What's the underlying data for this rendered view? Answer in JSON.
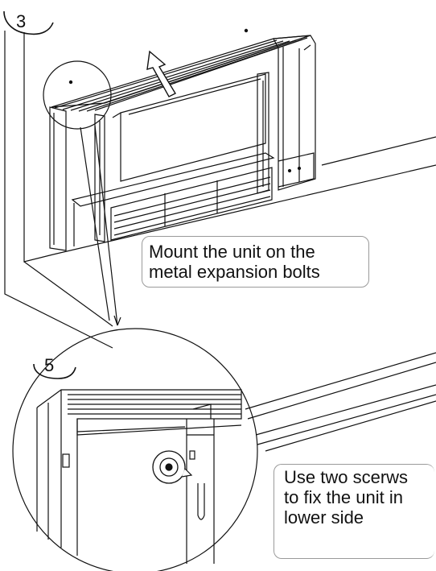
{
  "steps": {
    "top": "3",
    "bottom": "5"
  },
  "callouts": {
    "mount": {
      "line1": "Mount the unit on the",
      "line2": "metal expansion bolts"
    },
    "screws": {
      "line1": "Use two scerws",
      "line2": "to fix the unit in",
      "line3": "lower side"
    }
  },
  "colors": {
    "ink": "#111111",
    "paper": "#ffffff",
    "callout_border": "#9a9a9a"
  }
}
